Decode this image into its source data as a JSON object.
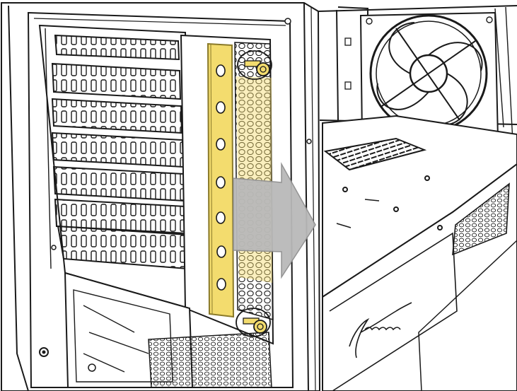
{
  "illustration": {
    "subject": "pc-case-expansion-slot-bracket-removal",
    "colors": {
      "background": "#ffffff",
      "line": "#1a1a1a",
      "highlight_fill": "#f3dc6e",
      "highlight_stroke": "#8a7a2a",
      "arrow_fill": "#b9b9b9",
      "arrow_stroke": "#8e8e8e"
    },
    "slot_count": 7,
    "bracket_hole_count": 7,
    "brand_script": "",
    "icons": [
      "thumbscrew-icon",
      "direction-arrow-icon",
      "fan-icon"
    ]
  }
}
